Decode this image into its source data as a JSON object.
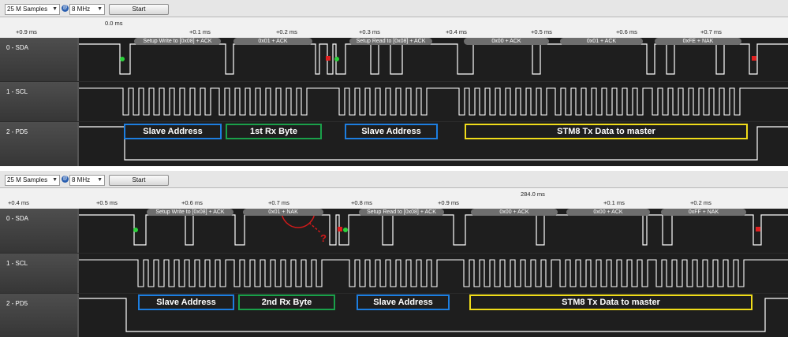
{
  "toolbar": {
    "samples": "25 M Samples",
    "freq": "8 MHz",
    "at": "@",
    "start": "Start"
  },
  "top": {
    "cursor_time": "0.0 ms",
    "times": [
      "+0.9 ms",
      "+0.1 ms",
      "+0.2 ms",
      "+0.3 ms",
      "+0.4 ms",
      "+0.5 ms",
      "+0.6 ms",
      "+0.7 ms"
    ],
    "sda_label": "0 - SDA",
    "scl_label": "1 - SCL",
    "pd5_label": "2 - PD5",
    "decodes": [
      "Setup Write to [0x08] + ACK",
      "0x01 + ACK",
      "Setup Read to [0x08] + ACK",
      "0x00 + ACK",
      "0x01 + ACK",
      "0xFE + NAK"
    ],
    "boxes": [
      "Slave Address",
      "1st Rx Byte",
      "Slave Address",
      "STM8 Tx Data to master"
    ]
  },
  "bottom": {
    "cursor_time": "284.0 ms",
    "times": [
      "+0.4 ms",
      "+0.5 ms",
      "+0.6 ms",
      "+0.7 ms",
      "+0.8 ms",
      "+0.9 ms",
      "+0.1 ms",
      "+0.2 ms"
    ],
    "sda_label": "0 - SDA",
    "scl_label": "1 - SCL",
    "pd5_label": "2 - PD5",
    "decodes": [
      "Setup Write to [0x08] + ACK",
      "0x01 + NAK",
      "Setup Read to [0x08] + ACK",
      "0x00 + ACK",
      "0x00 + ACK",
      "0xFF + NAK"
    ],
    "boxes": [
      "Slave Address",
      "2nd Rx Byte",
      "Slave Address",
      "STM8 Tx Data to master"
    ],
    "question": "?"
  },
  "colors": {
    "box_blue": "#1d7ee0",
    "box_green": "#1aa04a",
    "box_yellow": "#f0dc1a",
    "annotation_red": "#d11a1a",
    "wave": "#ffffff"
  }
}
